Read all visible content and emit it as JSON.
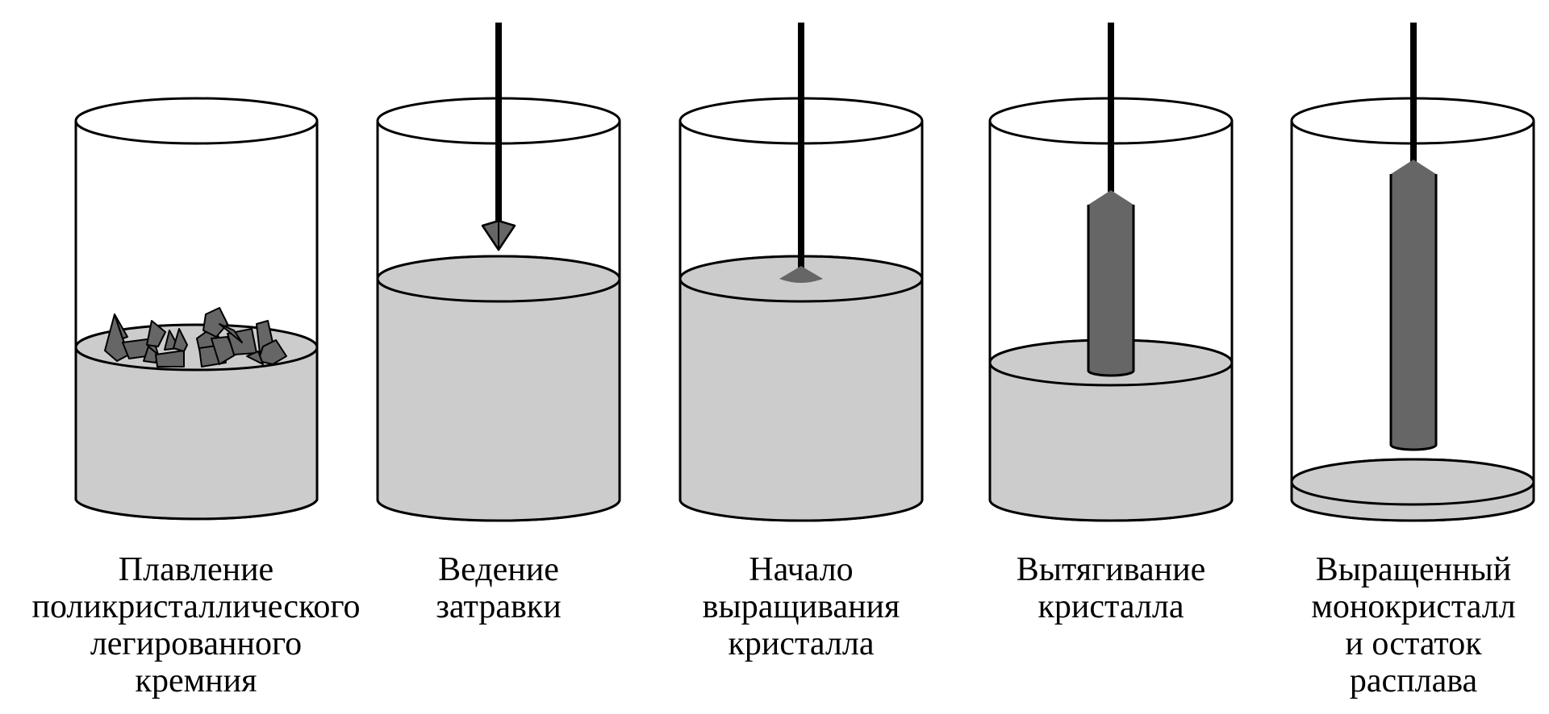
{
  "figure": {
    "title": "",
    "colors": {
      "outline": "#000000",
      "melt": "#cccccc",
      "crystal": "#666666",
      "rod": "#000000",
      "background": "#ffffff"
    },
    "stages": [
      {
        "id": 1,
        "label_lines": [
          "Плавление",
          "поликристаллического",
          "легированного",
          "кремния"
        ],
        "state": "polycrystalline chunks on melt"
      },
      {
        "id": 2,
        "label_lines": [
          "Ведение",
          "затравки"
        ],
        "state": "seed lowered toward melt"
      },
      {
        "id": 3,
        "label_lines": [
          "Начало",
          "выращивания",
          "кристалла"
        ],
        "state": "seed touching melt"
      },
      {
        "id": 4,
        "label_lines": [
          "Вытягивание",
          "кристалла"
        ],
        "state": "crystal being pulled"
      },
      {
        "id": 5,
        "label_lines": [
          "Выращенный",
          "монокристалл",
          "и остаток",
          "расплава"
        ],
        "state": "grown crystal and remaining melt"
      }
    ]
  }
}
